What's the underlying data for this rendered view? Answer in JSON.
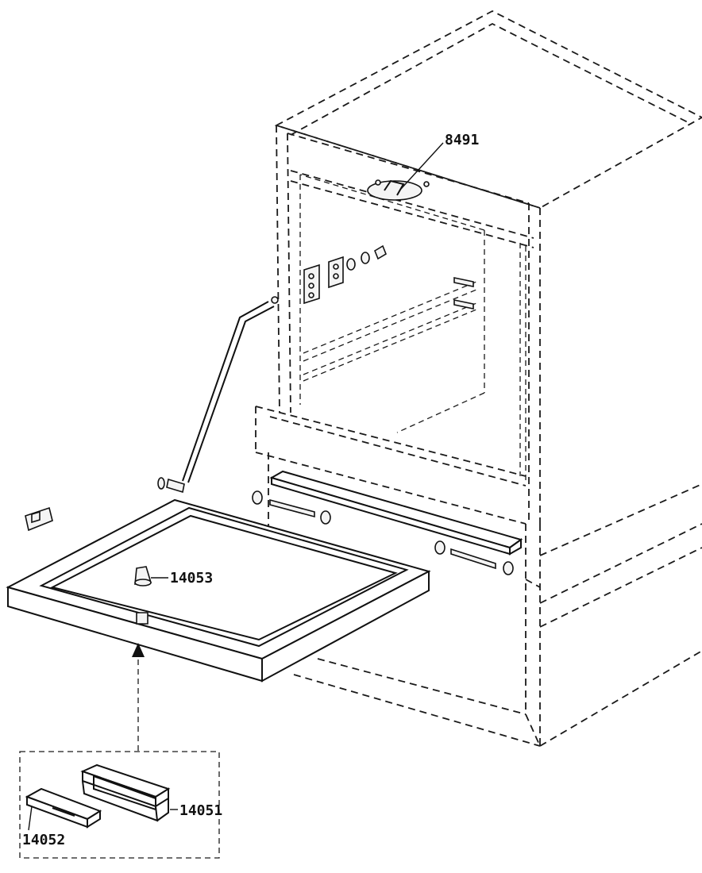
{
  "callouts": {
    "part_8491": "8491",
    "part_14053": "14053",
    "part_14051": "14051",
    "part_14052": "14052"
  },
  "colors": {
    "line": "#111111",
    "background": "#ffffff"
  },
  "icons": {
    "arrow": "arrow-up-icon"
  }
}
